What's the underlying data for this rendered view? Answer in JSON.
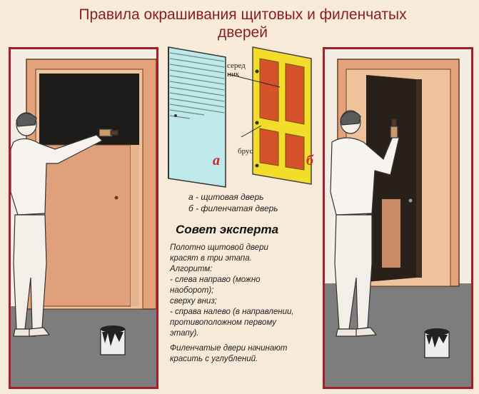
{
  "title": {
    "line1": "Правила окрашивания щитовых и филенчатых",
    "line2": "дверей"
  },
  "diagram": {
    "label_middle_line1": "серед",
    "label_middle_line2": "ник",
    "label_rail": "брус",
    "letter_a": "а",
    "letter_b": "б"
  },
  "legend": {
    "a": "а - щитовая дверь",
    "b": "б - филенчатая дверь"
  },
  "expert": {
    "title": "Совет эксперта",
    "lines": [
      "Полотно щитовой двери",
      "красят в три этапа.",
      "Алгоритм:",
      "- слева направо (можно",
      "наоборот);",
      "сверху вниз;",
      "- справа налево (в направлении,",
      "противоположном первому",
      "этапу).",
      "Филенчатые двери начинают",
      "красить с углублений."
    ]
  }
}
